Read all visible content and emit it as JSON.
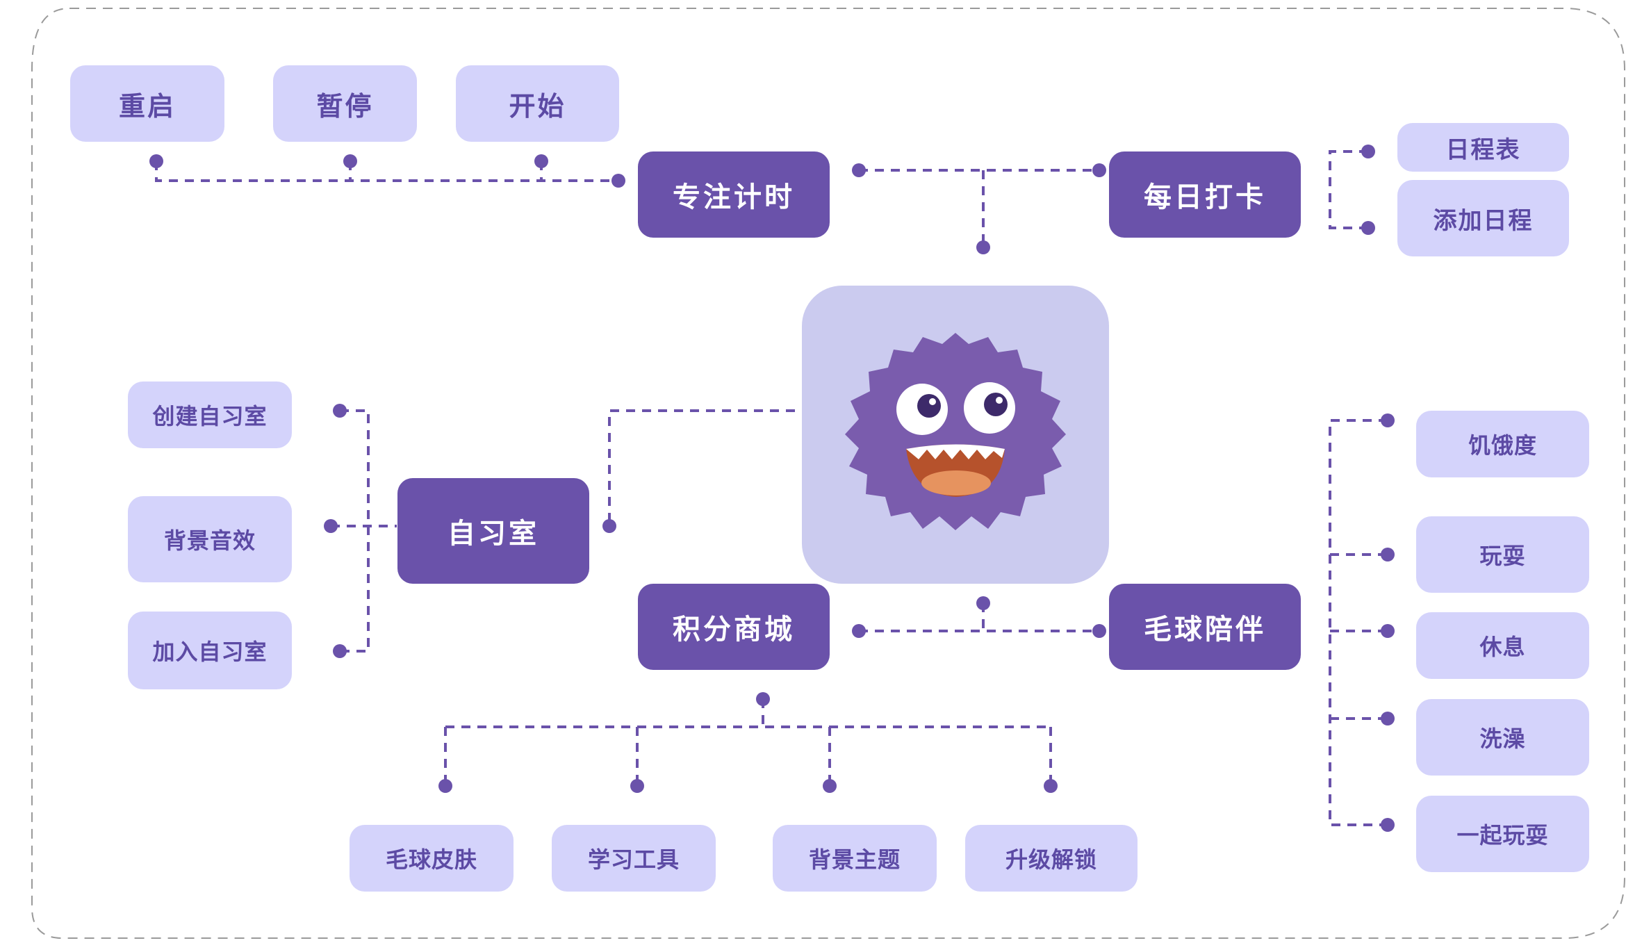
{
  "center": {
    "icon": "fluffy-purple-monster-mascot-icon"
  },
  "focus_timer": {
    "label": "专注计时",
    "actions": {
      "restart": "重启",
      "pause": "暂停",
      "start": "开始"
    }
  },
  "daily_checkin": {
    "label": "每日打卡",
    "items": {
      "schedule": "日程表",
      "add_schedule": "添加日程"
    }
  },
  "study_room": {
    "label": "自习室",
    "items": {
      "create": "创建自习室",
      "background_sound": "背景音效",
      "join": "加入自习室"
    }
  },
  "points_mall": {
    "label": "积分商城",
    "items": {
      "skins": "毛球皮肤",
      "study_tools": "学习工具",
      "background_theme": "背景主题",
      "upgrade_unlock": "升级解锁"
    }
  },
  "companion": {
    "label": "毛球陪伴",
    "items": {
      "hunger": "饥饿度",
      "play": "玩耍",
      "rest": "休息",
      "bath": "洗澡",
      "play_together": "一起玩耍"
    }
  },
  "colors": {
    "hub": "#6a52aa",
    "leaf": "#d4d3fb",
    "leaf_text": "#5c4aa4",
    "connector": "#6a52aa",
    "mascot_card": "#cbcbef",
    "mascot_body": "#7a5cad",
    "mouth": "#b6522c"
  }
}
